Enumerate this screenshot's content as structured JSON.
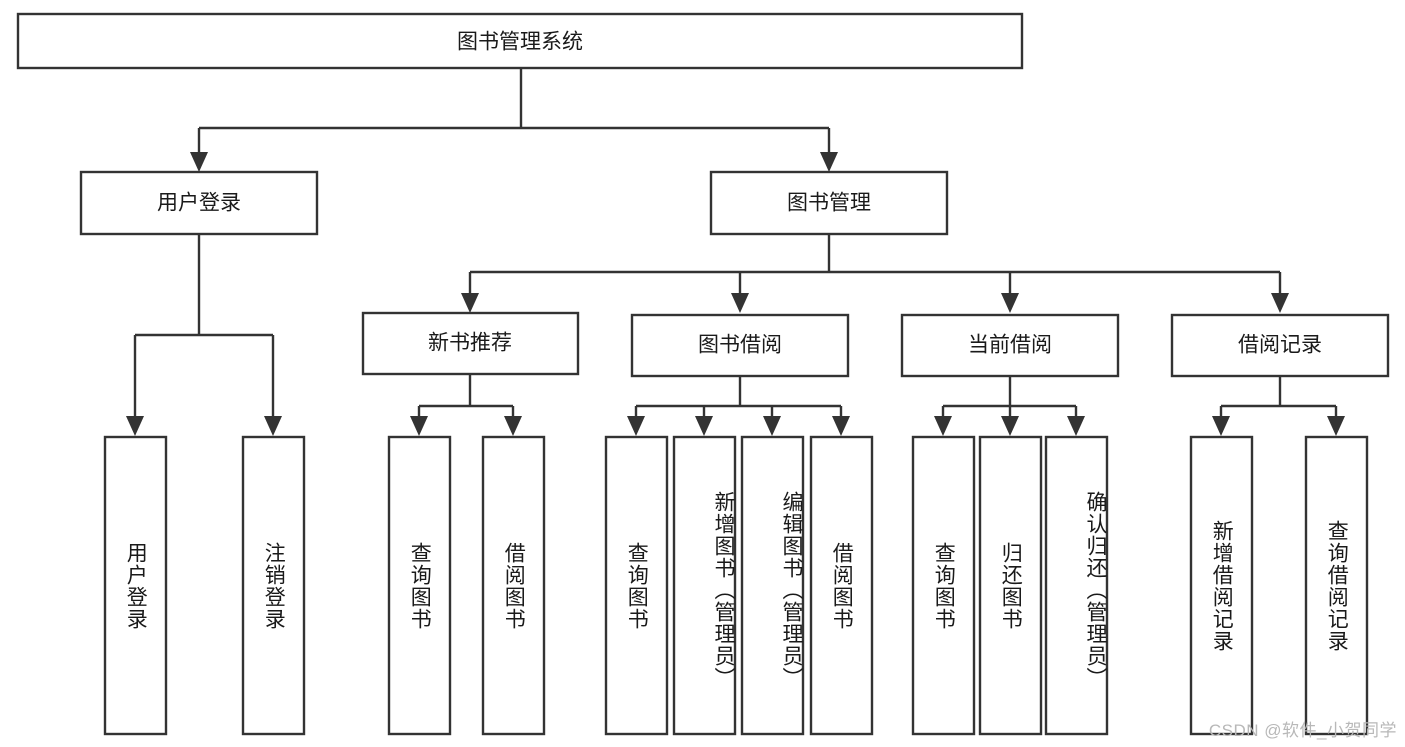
{
  "diagram": {
    "type": "tree",
    "title": "图书管理系统",
    "watermark": "CSDN @软件_小贺同学",
    "colors": {
      "box_stroke": "#333333",
      "box_fill": "#ffffff",
      "text": "#1a1a1a",
      "background": "#ffffff",
      "watermark": "#b8b8b8"
    },
    "root": {
      "id": "root",
      "label": "图书管理系统",
      "orientation": "horizontal"
    },
    "level2": [
      {
        "id": "user-login",
        "label": "用户登录",
        "orientation": "horizontal"
      },
      {
        "id": "book-management",
        "label": "图书管理",
        "orientation": "horizontal"
      }
    ],
    "level3": [
      {
        "id": "new-book-recommend",
        "label": "新书推荐",
        "parent": "book-management",
        "orientation": "horizontal"
      },
      {
        "id": "book-borrow",
        "label": "图书借阅",
        "parent": "book-management",
        "orientation": "horizontal"
      },
      {
        "id": "current-borrow",
        "label": "当前借阅",
        "parent": "book-management",
        "orientation": "horizontal"
      },
      {
        "id": "borrow-record",
        "label": "借阅记录",
        "parent": "book-management",
        "orientation": "horizontal"
      }
    ],
    "leaves": [
      {
        "id": "leaf-user-login",
        "label": "用户登录",
        "parent": "user-login",
        "orientation": "vertical"
      },
      {
        "id": "leaf-logout-login",
        "label": "注销登录",
        "parent": "user-login",
        "orientation": "vertical"
      },
      {
        "id": "leaf-query-book-1",
        "label": "查询图书",
        "parent": "new-book-recommend",
        "orientation": "vertical"
      },
      {
        "id": "leaf-borrow-book-1",
        "label": "借阅图书",
        "parent": "new-book-recommend",
        "orientation": "vertical"
      },
      {
        "id": "leaf-query-book-2",
        "label": "查询图书",
        "parent": "book-borrow",
        "orientation": "vertical"
      },
      {
        "id": "leaf-add-book",
        "label": "新增图书（管理员）",
        "parent": "book-borrow",
        "orientation": "vertical"
      },
      {
        "id": "leaf-edit-book",
        "label": "编辑图书（管理员）",
        "parent": "book-borrow",
        "orientation": "vertical"
      },
      {
        "id": "leaf-borrow-book-2",
        "label": "借阅图书",
        "parent": "book-borrow",
        "orientation": "vertical"
      },
      {
        "id": "leaf-query-book-3",
        "label": "查询图书",
        "parent": "current-borrow",
        "orientation": "vertical"
      },
      {
        "id": "leaf-return-book",
        "label": "归还图书",
        "parent": "current-borrow",
        "orientation": "vertical"
      },
      {
        "id": "leaf-confirm-return",
        "label": "确认归还（管理员）",
        "parent": "current-borrow",
        "orientation": "vertical"
      },
      {
        "id": "leaf-add-record",
        "label": "新增借阅记录",
        "parent": "borrow-record",
        "orientation": "vertical"
      },
      {
        "id": "leaf-query-record",
        "label": "查询借阅记录",
        "parent": "borrow-record",
        "orientation": "vertical"
      }
    ]
  }
}
